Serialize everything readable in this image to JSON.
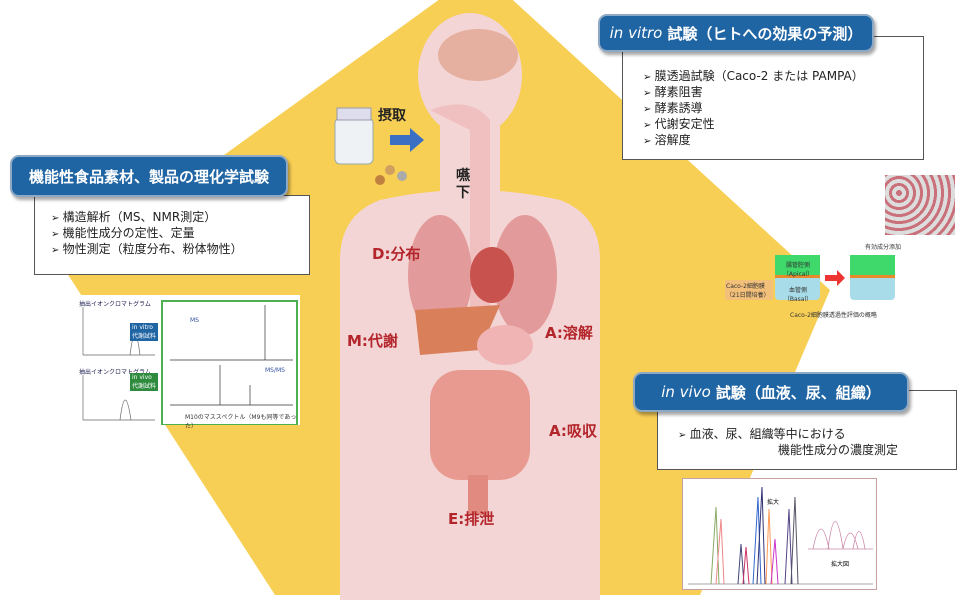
{
  "colors": {
    "pentagon": "#f8cf55",
    "header": "#1f64a3",
    "label": "#b3252a",
    "body": "#f3d5d5"
  },
  "intake": {
    "label": "摂取",
    "swallow": "嚥\n下"
  },
  "stages": {
    "distribution": "D:分布",
    "metabolism": "M:代謝",
    "dissolution": "A:溶解",
    "absorption": "A:吸収",
    "excretion": "E:排泄"
  },
  "physchem": {
    "title": "機能性食品素材、製品の理化学試験",
    "items": [
      "構造解析（MS、NMR測定）",
      "機能性成分の定性、定量",
      "物性測定（粒度分布、粉体物性）"
    ]
  },
  "invitro": {
    "title_italic": "in vitro",
    "title_rest": "試験（ヒトへの効果の予測）",
    "items": [
      "膜透過試験（Caco-2 または PAMPA）",
      "酵素阻害",
      "酵素誘導",
      "代謝安定性",
      "溶解度"
    ]
  },
  "invivo": {
    "title_italic": "in vivo",
    "title_rest": "試験（血液、尿、組織）",
    "line1": "血液、尿、組織等中における",
    "line2": "機能性成分の濃度測定"
  },
  "ms_figure": {
    "chrom1": "抽出イオンクロマトグラム",
    "chrom2": "抽出イオンクロマトグラム",
    "tag_vitro": "in vitro 代謝試料",
    "tag_vivo": "in vivo 代謝試料",
    "ms": "MS",
    "msms": "MS/MS",
    "caption": "M10のマススペクトル（M9も同等であった）"
  },
  "caco2": {
    "membrane": "Caco-2細胞膜（21日間培養）",
    "apical": "腸管腔側（Apical）",
    "basal": "血管側（Basal）",
    "add": "有効成分添加",
    "caption": "Caco-2細胞膜透過性評価の概略"
  },
  "chromatogram": {
    "zoom_label": "拡大",
    "enlarged": "拡大図"
  }
}
